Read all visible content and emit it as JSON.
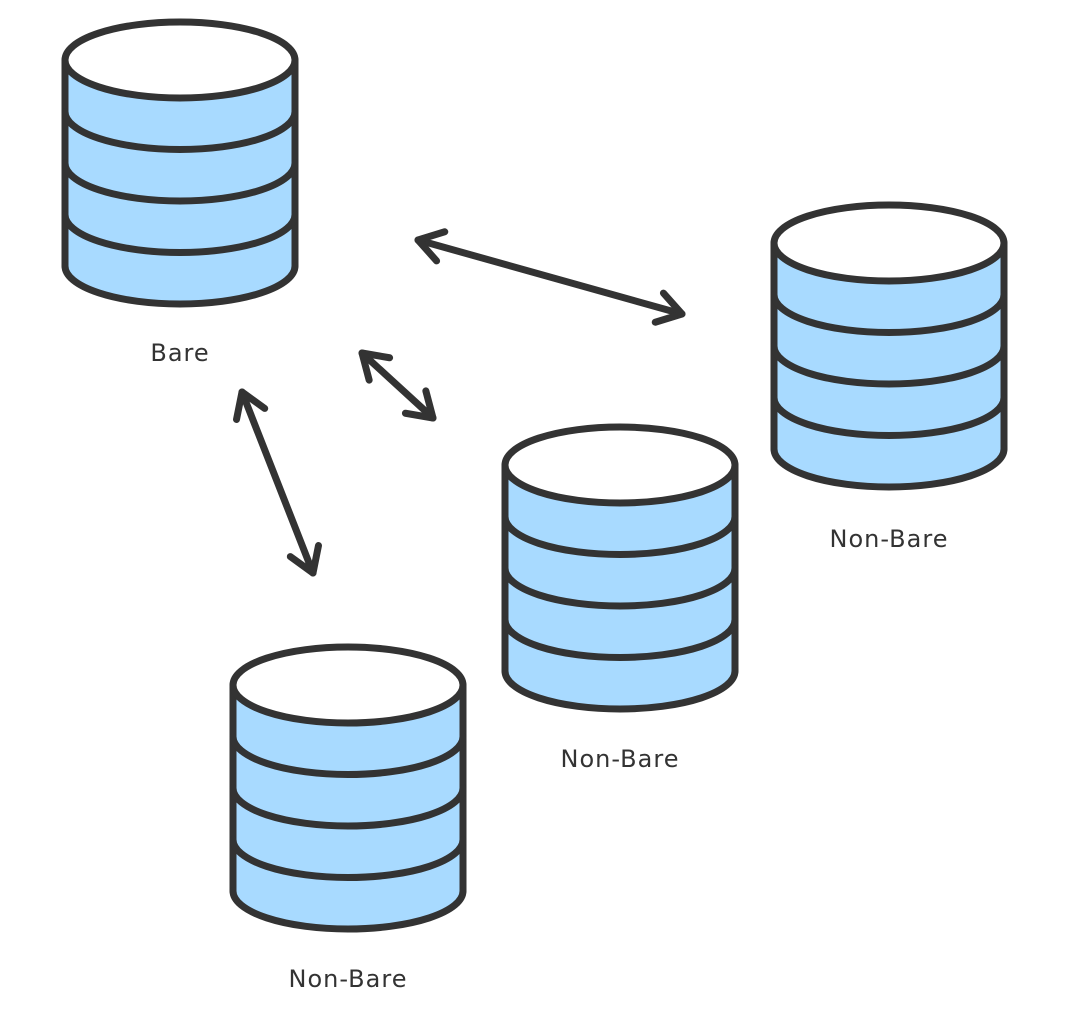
{
  "diagram": {
    "repositories": [
      {
        "id": "bare",
        "label": "Bare"
      },
      {
        "id": "non-bare-right",
        "label": "Non-Bare"
      },
      {
        "id": "non-bare-middle",
        "label": "Non-Bare"
      },
      {
        "id": "non-bare-bottom",
        "label": "Non-Bare"
      }
    ],
    "connections": [
      {
        "from": "bare",
        "to": "non-bare-right",
        "direction": "bidirectional"
      },
      {
        "from": "bare",
        "to": "non-bare-middle",
        "direction": "bidirectional"
      },
      {
        "from": "bare",
        "to": "non-bare-bottom",
        "direction": "bidirectional"
      }
    ],
    "colors": {
      "disk_fill": "#a8daff",
      "top_fill": "#ffffff",
      "stroke": "#333333",
      "label": "#333333"
    }
  }
}
